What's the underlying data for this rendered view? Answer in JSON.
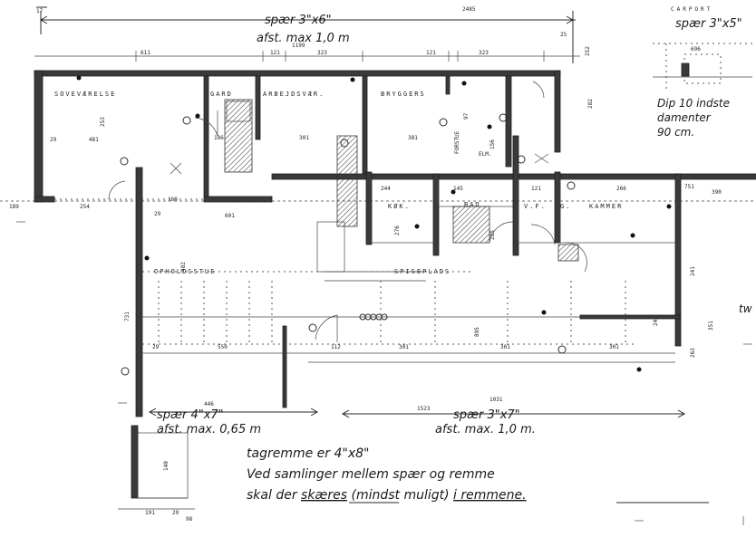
{
  "notes": {
    "top_rafter": "spær 3\"x6\"",
    "top_spacing": "afst. max 1,0 m",
    "top_total": "2485",
    "carport_title": "CARPORT",
    "carport_rafter": "spær 3\"x5\"",
    "carport_dim": "696",
    "dip_line1": "Dip 10 indste",
    "dip_line2": "damenter",
    "dip_line3": "90 cm.",
    "side_fragment": "tw",
    "left_rafter": "spær 4\"x7\"",
    "left_spacing": "afst. max. 0,65 m",
    "right_rafter": "spær 3\"x7\"",
    "right_spacing": "afst. max. 1,0 m.",
    "ridge": "tagremme er 4\"x8\"",
    "join_line1": "Ved samlinger mellem spær og remme",
    "join_line2_a": "skal der ",
    "join_line2_b": "skæres",
    "join_line2_c": " (mindst muligt) ",
    "join_line2_d": "i remmene."
  },
  "rooms": {
    "sovevaerelse": "SOVEVÆRELSE",
    "gard": "GARD",
    "arbejdsvaer": "ARBEJDSVÆR.",
    "bryggers": "BRYGGERS",
    "kok": "KØK.",
    "bad": "BAD",
    "vf": "V.F.",
    "g": "G.",
    "kammer": "KAMMER",
    "opholdsstue": "OPHOLDSSTUE",
    "spiseplads": "SPISEPLADS",
    "elm": "ELM.",
    "forstue": "FORSTUE"
  },
  "dims": {
    "d611": "611",
    "d121a": "121",
    "d323": "323",
    "d121b": "121",
    "d323b": "323",
    "d1199": "1199",
    "d252": "252",
    "d282": "282",
    "d29a": "29",
    "d481": "481",
    "d253": "253",
    "d186": "186",
    "d301a": "301",
    "d381": "381",
    "d97": "97",
    "d156": "156",
    "d189": "189",
    "d254": "254",
    "d601": "601",
    "d29b": "29",
    "d169": "169",
    "d244": "244",
    "d145": "145",
    "d121c": "121",
    "d266": "266",
    "d751": "751",
    "d390": "390",
    "d276": "276",
    "d285": "285",
    "d482": "482",
    "d241a": "241",
    "d351": "351",
    "d263": "263",
    "d241b": "241",
    "d895": "895",
    "d550": "550",
    "d112": "112",
    "d301b": "301",
    "d301c": "301",
    "d301d": "301",
    "d29c": "29",
    "d731": "731",
    "d446": "446",
    "d1523": "1523",
    "d1031": "1031",
    "d140": "140",
    "d191": "191",
    "d29d": "29",
    "d98": "98",
    "d25": "25",
    "d17": "17"
  }
}
